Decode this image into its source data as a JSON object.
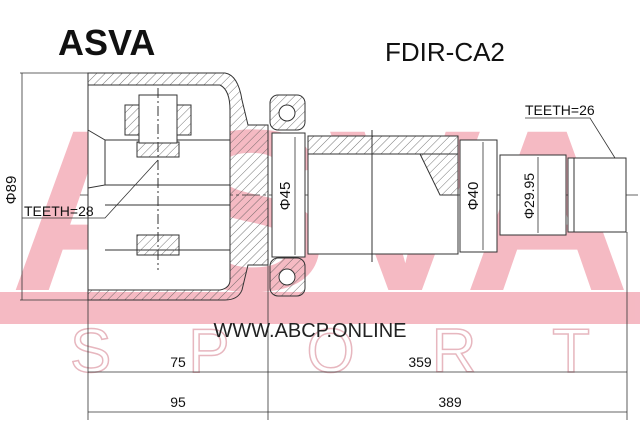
{
  "brand": "ASVA",
  "part_number": "FDIR-CA2",
  "watermark": {
    "logo": "ASVA",
    "sub": "SPORT",
    "url": "WWW.ABCP.ONLINE",
    "color": "#f2a3b0"
  },
  "labels": {
    "outer_diameter": "Φ89",
    "inner_teeth": "TEETH=28",
    "ring_diameter": "Φ45",
    "shaft_diameter": "Φ40",
    "spline_diameter": "Φ29.95",
    "outer_teeth": "TEETH=26"
  },
  "dimensions": {
    "housing_inner": "75",
    "shaft_length": "359",
    "housing_total": "95",
    "total_length": "389"
  }
}
